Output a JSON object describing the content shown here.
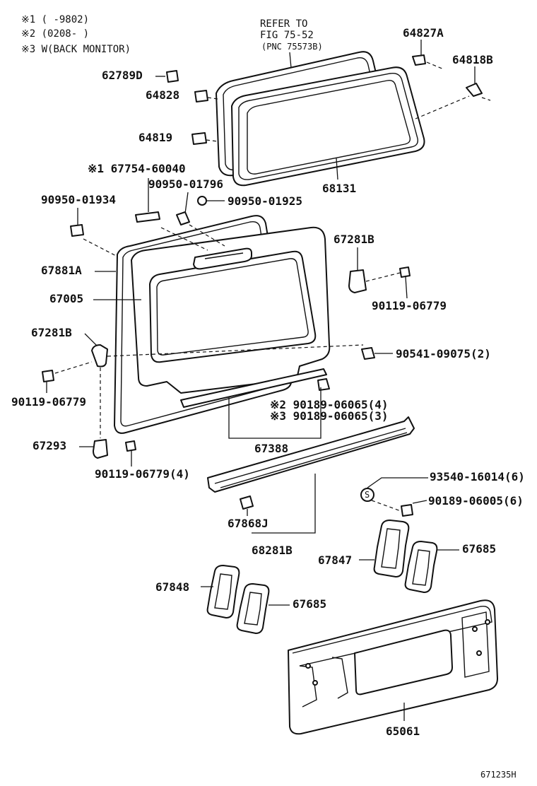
{
  "notes": [
    "※1 (     -9802)",
    "※2 (0208-     )",
    "※3 W(BACK MONITOR)"
  ],
  "refer": {
    "line1": "REFER TO",
    "line2": "FIG 75-52",
    "line3": "(PNC 75573B)"
  },
  "parts": {
    "p64827A": "64827A",
    "p64818B": "64818B",
    "p62789D": "62789D",
    "p64828": "64828",
    "p64819": "64819",
    "p68131": "68131",
    "p67754": "※1 67754-60040",
    "p90950_01796": "90950-01796",
    "p90950_01934": "90950-01934",
    "p90950_01925": "90950-01925",
    "p67281B_r": "67281B",
    "p67881A": "67881A",
    "p67005": "67005",
    "p90119_06779_r": "90119-06779",
    "p67281B_l": "67281B",
    "p90541": "90541-09075(2)",
    "p90119_06779_l": "90119-06779",
    "p90189_06065_4": "※2 90189-06065(4)",
    "p90189_06065_3": "※3 90189-06065(3)",
    "p67293": "67293",
    "p67388": "67388",
    "p90119_06779_4": "90119-06779(4)",
    "p93540": "93540-16014(6)",
    "p90189_06005": "90189-06005(6)",
    "p67868J": "67868J",
    "p68281B": "68281B",
    "p67847": "67847",
    "p67685_r": "67685",
    "p67848": "67848",
    "p67685_l": "67685",
    "p65061": "65061"
  },
  "s_symbol": "S",
  "figure_id": "671235H"
}
